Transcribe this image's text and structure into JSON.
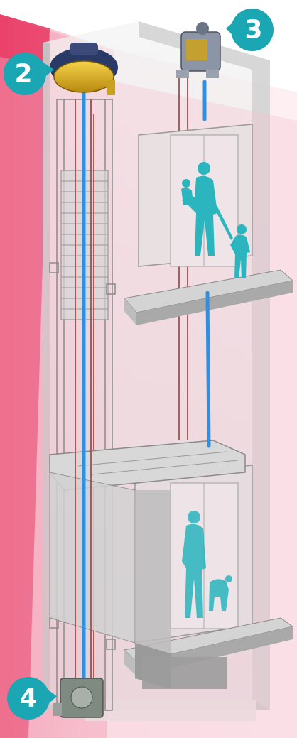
{
  "colors": {
    "accent_pink": "#e8345f",
    "pink_light": "#f7c3d0",
    "pink_mid": "#f08aa5",
    "badge_teal": "#1aa6b3",
    "rope_blue": "#2f8fe0",
    "figure_teal": "#2bb5bf",
    "shaft_gray": "#d9d9d9",
    "frame_line": "#8a8a8a",
    "machine_gold": "#e0b21a"
  },
  "callouts": [
    {
      "number": "2",
      "part": "gear-machine"
    },
    {
      "number": "3",
      "part": "overspeed-governor"
    },
    {
      "number": "4",
      "part": "governor-tension-pulley"
    }
  ],
  "icons": [
    "elevator-shaft",
    "elevator-car",
    "landing-door",
    "family-figure"
  ]
}
